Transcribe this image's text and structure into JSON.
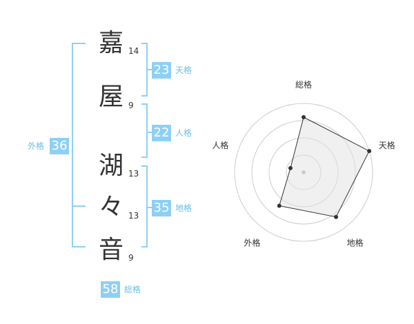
{
  "characters": [
    {
      "char": "嘉",
      "strokes": "14"
    },
    {
      "char": "屋",
      "strokes": "9"
    },
    {
      "char": "湖",
      "strokes": "13"
    },
    {
      "char": "々",
      "strokes": "13"
    },
    {
      "char": "音",
      "strokes": "9"
    }
  ],
  "fortune": {
    "tenkaku": {
      "value": "23",
      "label": "天格"
    },
    "jinkaku": {
      "value": "22",
      "label": "人格"
    },
    "chikaku": {
      "value": "35",
      "label": "地格"
    },
    "gaikaku": {
      "value": "36",
      "label": "外格"
    },
    "soukaku": {
      "value": "58",
      "label": "総格"
    }
  },
  "colors": {
    "accent": "#8ed0f5",
    "label": "#6bbde9",
    "text": "#333333"
  },
  "chart_data": {
    "type": "radar",
    "axes": [
      "総格",
      "天格",
      "地格",
      "外格",
      "人格"
    ],
    "values": [
      4,
      5,
      4,
      3,
      1
    ],
    "max": 5,
    "rings": 4
  }
}
